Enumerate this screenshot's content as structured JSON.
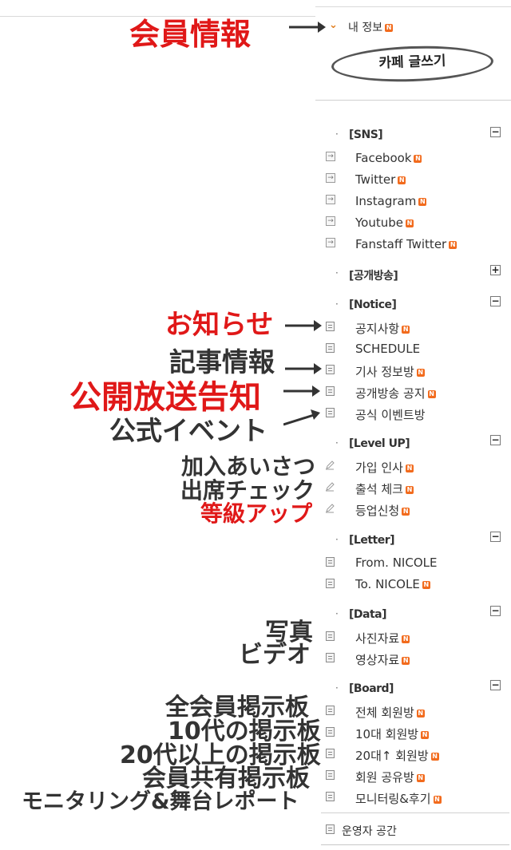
{
  "header": {
    "my_info": "내 정보",
    "write_button": "카페 글쓰기"
  },
  "sections": [
    {
      "label": "[SNS]",
      "toggle": "−",
      "items": [
        {
          "label": "Facebook",
          "new": true
        },
        {
          "label": "Twitter",
          "new": true
        },
        {
          "label": "Instagram",
          "new": true
        },
        {
          "label": "Youtube",
          "new": true
        },
        {
          "label": "Fanstaff Twitter",
          "new": true
        }
      ]
    },
    {
      "label": "[공개방송]",
      "toggle": "+"
    },
    {
      "label": "[Notice]",
      "toggle": "−",
      "items": [
        {
          "label": "공지사항",
          "new": true
        },
        {
          "label": "SCHEDULE",
          "new": false
        },
        {
          "label": "기사 정보방",
          "new": true
        },
        {
          "label": "공개방송 공지",
          "new": true
        },
        {
          "label": "공식 이벤트방",
          "new": false
        }
      ]
    },
    {
      "label": "[Level UP]",
      "toggle": "−",
      "items": [
        {
          "label": "가입 인사",
          "new": true
        },
        {
          "label": "출석 체크",
          "new": true
        },
        {
          "label": "등업신청",
          "new": true
        }
      ]
    },
    {
      "label": "[Letter]",
      "toggle": "−",
      "items": [
        {
          "label": "From. NICOLE",
          "new": false
        },
        {
          "label": "To. NICOLE",
          "new": true
        }
      ]
    },
    {
      "label": "[Data]",
      "toggle": "−",
      "items": [
        {
          "label": "사진자료",
          "new": true
        },
        {
          "label": "영상자료",
          "new": true
        }
      ]
    },
    {
      "label": "[Board]",
      "toggle": "−",
      "items": [
        {
          "label": "전체 회원방",
          "new": true
        },
        {
          "label": "10대 회원방",
          "new": true
        },
        {
          "label": "20대↑ 회원방",
          "new": true
        },
        {
          "label": "회원 공유방",
          "new": true
        },
        {
          "label": "모니터링&후기",
          "new": true
        }
      ]
    }
  ],
  "footer": {
    "admin_space": "운영자 공간"
  },
  "badge_text": "N",
  "annotations": {
    "member_info": "会員情報",
    "notice": "お知らせ",
    "article_info": "記事情報",
    "broadcast_notice": "公開放送告知",
    "official_event": "公式イベント",
    "join_greeting": "加入あいさつ",
    "attendance_check": "出席チェック",
    "level_up": "等級アップ",
    "photo": "写真",
    "video": "ビデオ",
    "all_members_board": "全会員掲示板",
    "teens_board": "10代の掲示板",
    "twenties_board": "20代以上の掲示板",
    "member_share_board": "会員共有掲示板",
    "monitoring_report": "モニタリング&舞台レポート"
  },
  "colors": {
    "badge": "#f26b1d",
    "annotation_red": "#e01818",
    "annotation_dark": "#333333",
    "chevron": "#e07b1a"
  }
}
